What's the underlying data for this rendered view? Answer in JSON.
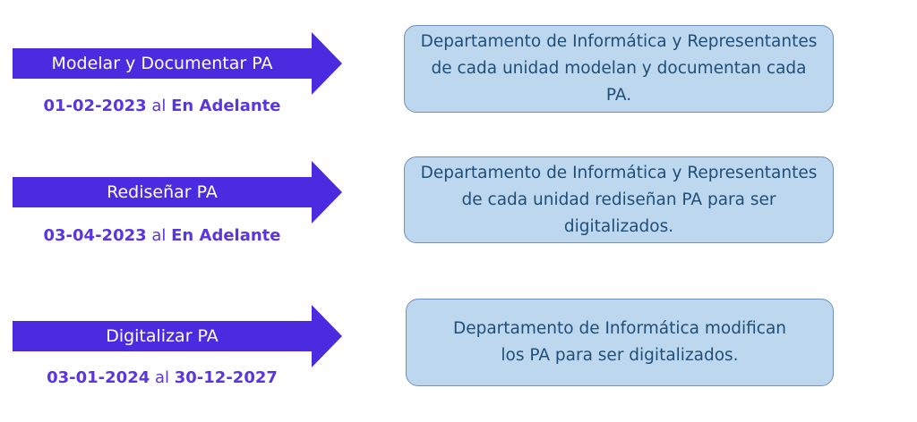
{
  "colors": {
    "arrow": "#4b2be0",
    "date_text": "#5a35e0",
    "box_fill": "#bdd7ee",
    "box_border": "#7090bf",
    "box_text": "#1f4e79"
  },
  "rows": [
    {
      "arrow_label": "Modelar y Documentar PA",
      "start": "01-02-2023",
      "connector": "al",
      "end": "En Adelante",
      "description": "Departamento de Informática y Representantes de cada unidad modelan y documentan cada PA."
    },
    {
      "arrow_label": "Rediseñar PA",
      "start": "03-04-2023",
      "connector": "al",
      "end": "En Adelante",
      "description": "Departamento de Informática y Representantes de cada unidad rediseñan PA para ser digitalizados."
    },
    {
      "arrow_label": "Digitalizar PA",
      "start": "03-01-2024",
      "connector": "al",
      "end": "30-12-2027",
      "description": "Departamento de Informática modifican los PA para ser digitalizados."
    }
  ]
}
